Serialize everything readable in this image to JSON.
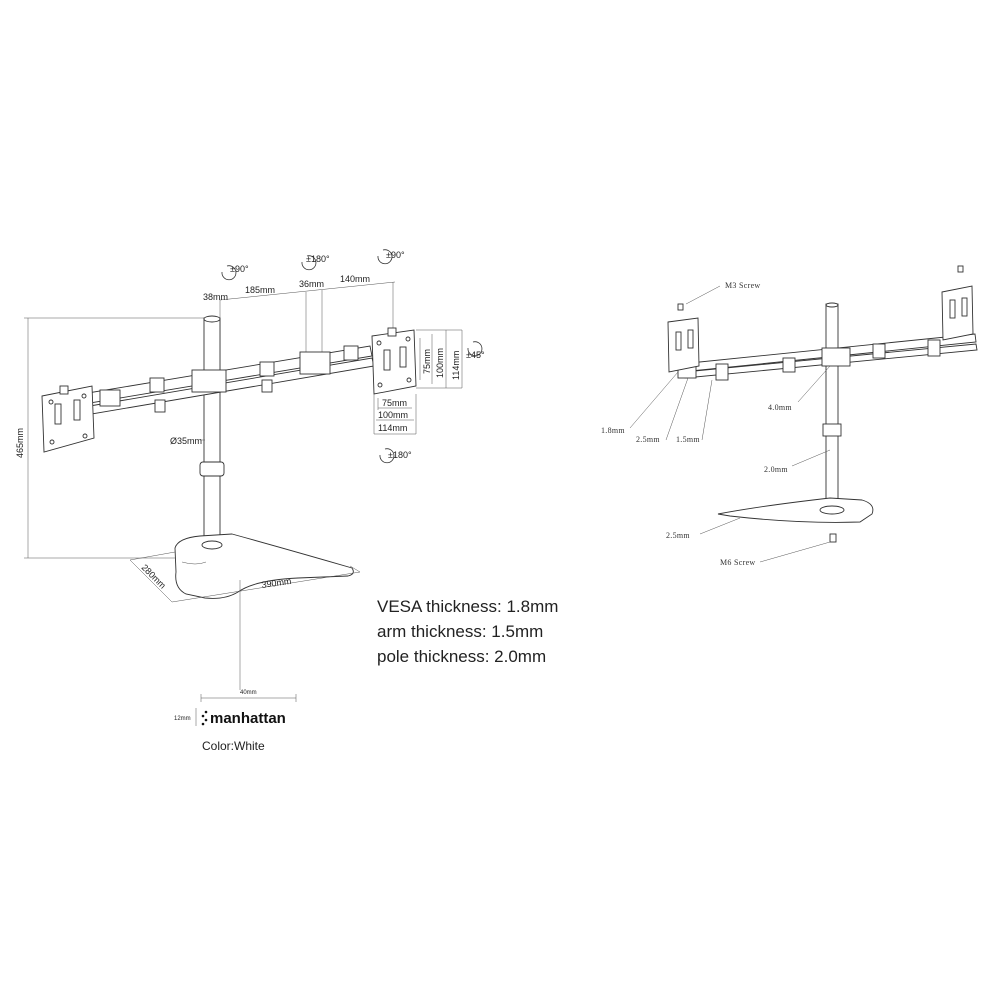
{
  "left_view": {
    "rotations": {
      "left_tilt": "±90°",
      "swivel": "±180°",
      "right_tilt": "±90°",
      "side_tilt": "±45°",
      "bottom_rotate": "±180°"
    },
    "dimensions": {
      "d38": "38mm",
      "d185": "185mm",
      "d36": "36mm",
      "d140": "140mm",
      "height": "465mm",
      "pole_dia": "Ø35mm",
      "depth": "280mm",
      "width": "390mm",
      "vesa75h": "75mm",
      "vesa100h": "100mm",
      "vesa114h": "114mm",
      "vesa75w": "75mm",
      "vesa100w": "100mm",
      "vesa114w": "114mm"
    }
  },
  "right_view": {
    "m3": "M3 Screw",
    "m6": "M6 Screw",
    "t18": "1.8mm",
    "t25a": "2.5mm",
    "t15": "1.5mm",
    "t40": "4.0mm",
    "t20": "2.0mm",
    "t25b": "2.5mm"
  },
  "specs": [
    "VESA thickness: 1.8mm",
    "arm thickness: 1.5mm",
    "pole thickness: 2.0mm"
  ],
  "logo": {
    "w": "40mm",
    "h": "12mm",
    "name": "manhattan",
    "color": "Color:White"
  }
}
